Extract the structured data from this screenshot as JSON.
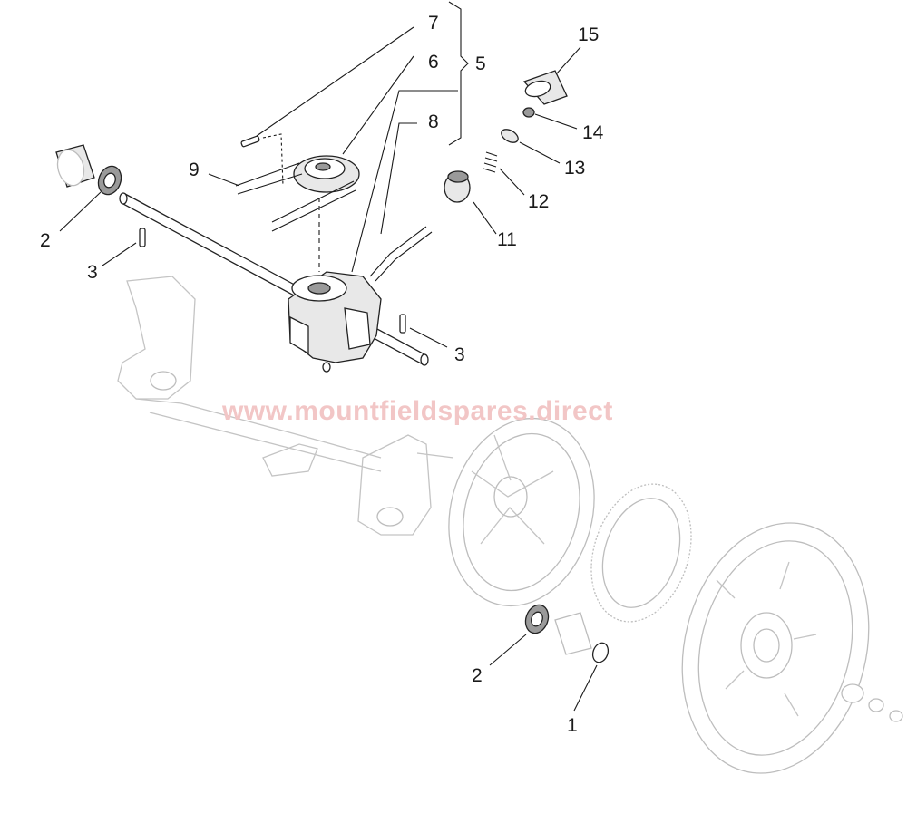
{
  "watermark": "www.mountfieldspares.direct",
  "callouts": {
    "c1": "1",
    "c2a": "2",
    "c2b": "2",
    "c3a": "3",
    "c3b": "3",
    "c5": "5",
    "c6": "6",
    "c7": "7",
    "c8": "8",
    "c9": "9",
    "c11": "11",
    "c12": "12",
    "c13": "13",
    "c14": "14",
    "c15": "15"
  }
}
